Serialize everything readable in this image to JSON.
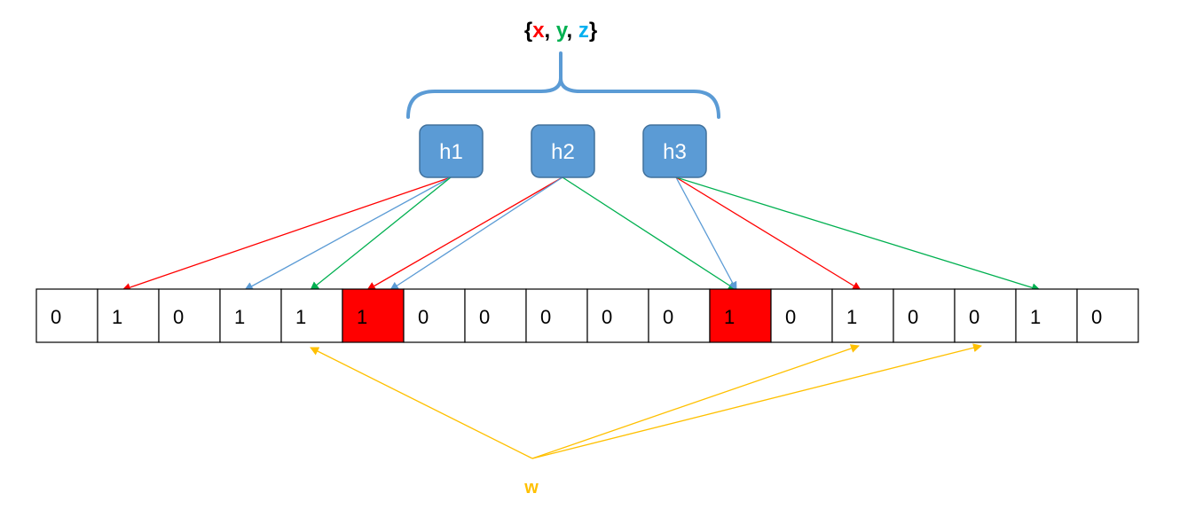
{
  "set_label": {
    "open": "{",
    "x": "x",
    "sep1": ", ",
    "y": "y",
    "sep2": ", ",
    "z": "z",
    "close": "}"
  },
  "hash_functions": [
    "h1",
    "h2",
    "h3"
  ],
  "bits": [
    "0",
    "1",
    "0",
    "1",
    "1",
    "1",
    "0",
    "0",
    "0",
    "0",
    "0",
    "1",
    "0",
    "1",
    "0",
    "0",
    "1",
    "0"
  ],
  "highlighted_bits": [
    5,
    11
  ],
  "query_label": "w",
  "colors": {
    "x": "#ff0000",
    "y": "#00b050",
    "z": "#00b0f0",
    "brace": "#5b9bd5",
    "hash_fill": "#5b9bd5",
    "hash_stroke": "#41719c",
    "arrow_red": "#ff0000",
    "arrow_green": "#00b050",
    "arrow_blue": "#5b9bd5",
    "arrow_w": "#ffc000",
    "highlight": "#ff0000",
    "text": "#000000"
  },
  "mappings": {
    "x": {
      "h1": 1,
      "h2": 5,
      "h3": 13
    },
    "y": {
      "h1": 4,
      "h2": 11,
      "h3": 16
    },
    "z": {
      "h1": 3,
      "h2": 5,
      "h3": 11
    },
    "w": [
      4,
      13,
      15
    ]
  }
}
